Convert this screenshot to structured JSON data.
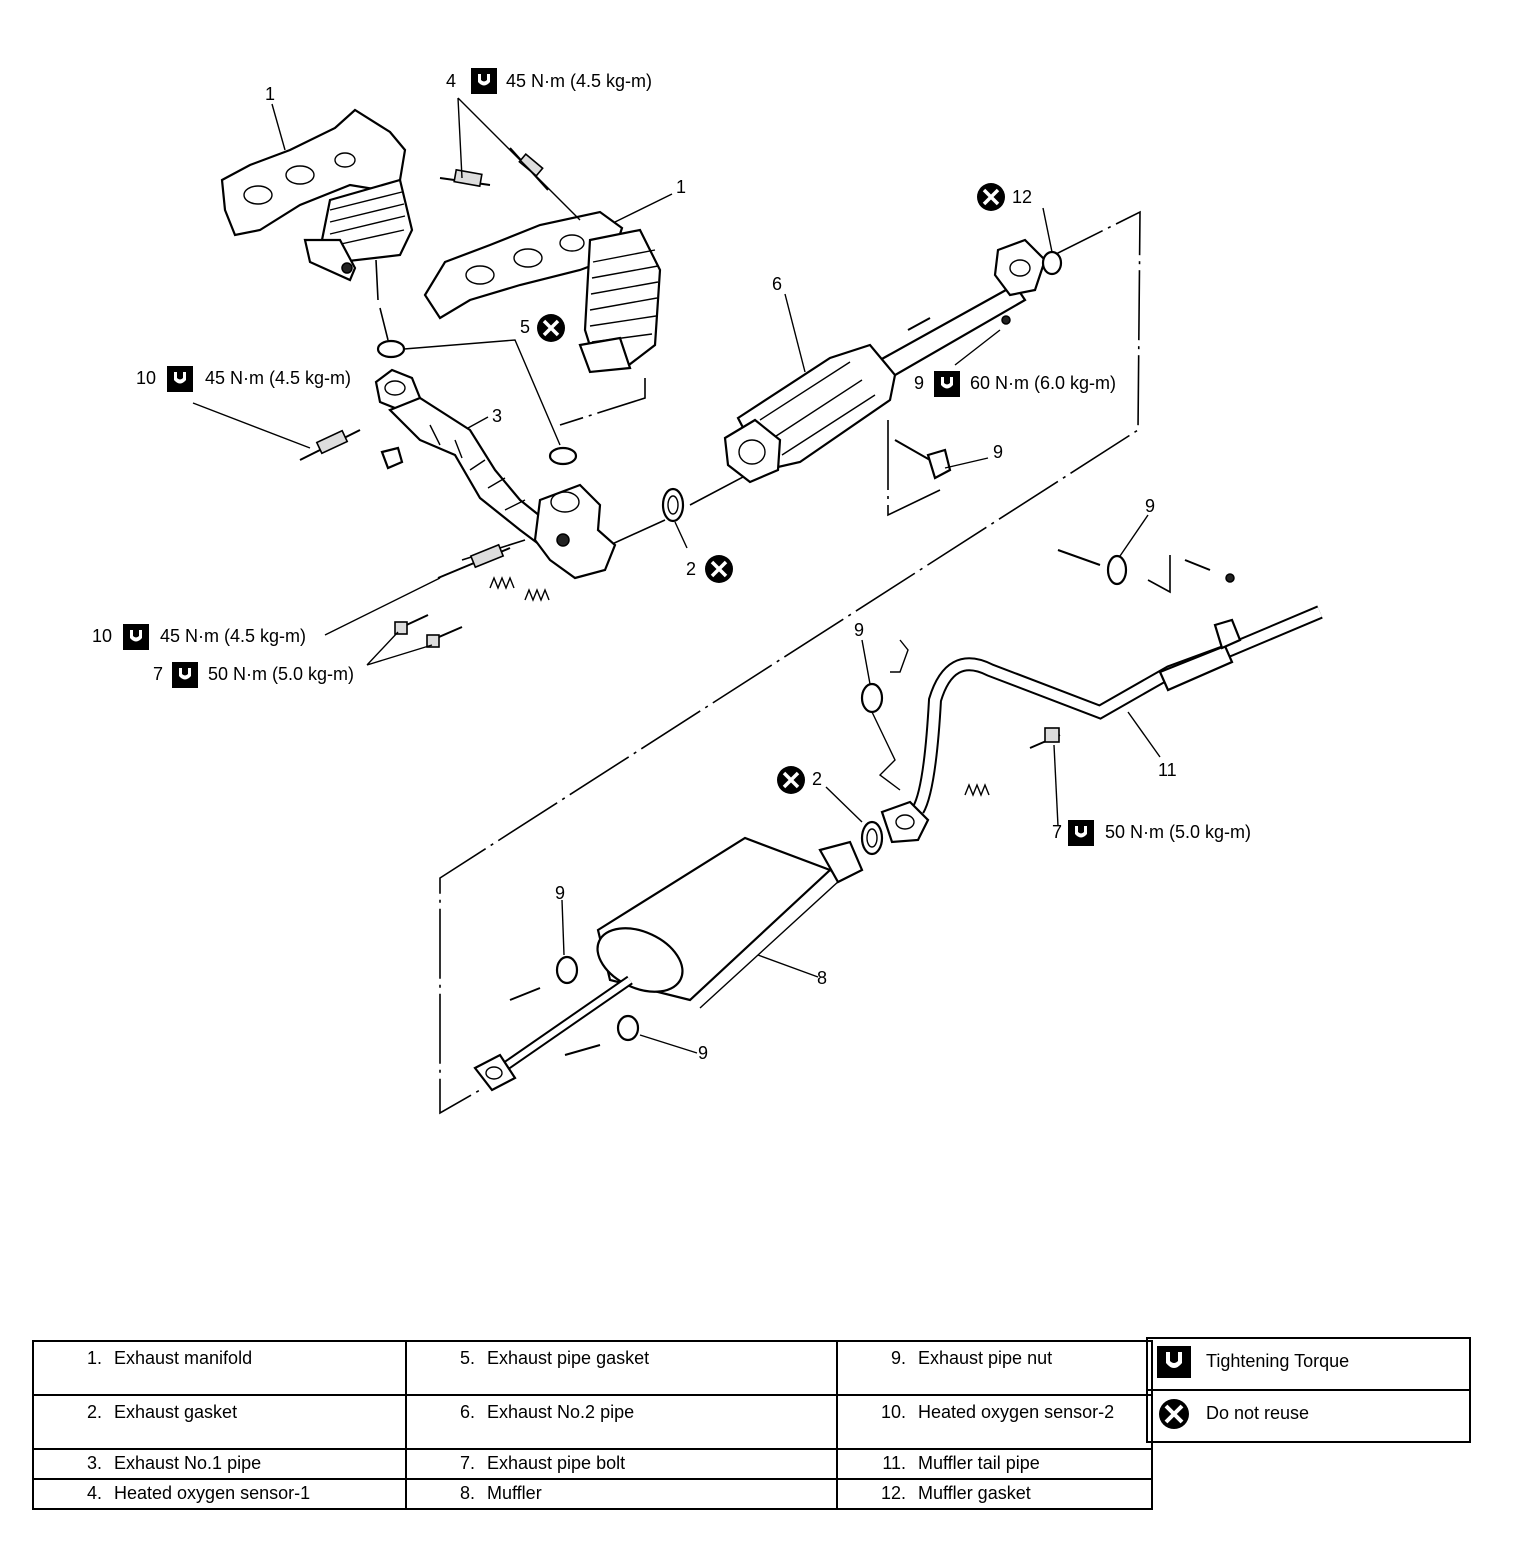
{
  "callouts": {
    "c_4": {
      "num": "4",
      "torque": "45 N·m (4.5 kg-m)"
    },
    "c_10a": {
      "num": "10",
      "torque": "45 N·m (4.5 kg-m)"
    },
    "c_10b": {
      "num": "10",
      "torque": "45 N·m (4.5 kg-m)"
    },
    "c_7a": {
      "num": "7",
      "torque": "50 N·m (5.0 kg-m)"
    },
    "c_9a": {
      "num": "9",
      "torque": "60 N·m (6.0 kg-m)"
    },
    "c_7b": {
      "num": "7",
      "torque": "50 N·m (5.0 kg-m)"
    },
    "plain": {
      "n1a": "1",
      "n1b": "1",
      "n3": "3",
      "n5": "5",
      "n6": "6",
      "n12": "12",
      "n9b": "9",
      "n2a": "2",
      "n9c": "9",
      "n9d": "9",
      "n2b": "2",
      "n11": "11",
      "n9e": "9",
      "n8": "8",
      "n9f": "9"
    }
  },
  "legend": {
    "rows": [
      [
        {
          "num": "1.",
          "text": "Exhaust manifold"
        },
        {
          "num": "5.",
          "text": "Exhaust pipe gasket"
        },
        {
          "num": "9.",
          "text": "Exhaust pipe nut"
        }
      ],
      [
        {
          "num": "2.",
          "text": "Exhaust gasket"
        },
        {
          "num": "6.",
          "text": "Exhaust No.2 pipe"
        },
        {
          "num": "10.",
          "text": "Heated oxygen sensor-2"
        }
      ],
      [
        {
          "num": "3.",
          "text": "Exhaust No.1 pipe"
        },
        {
          "num": "7.",
          "text": "Exhaust pipe bolt"
        },
        {
          "num": "11.",
          "text": "Muffler tail pipe"
        }
      ],
      [
        {
          "num": "4.",
          "text": "Heated oxygen sensor-1"
        },
        {
          "num": "8.",
          "text": "Muffler"
        },
        {
          "num": "12.",
          "text": "Muffler gasket"
        }
      ]
    ],
    "symbols": {
      "torque_label": "Tightening Torque",
      "noreuse_label": "Do not reuse",
      "torque_icon": "torque-wrench-icon",
      "noreuse_icon": "do-not-reuse-icon"
    }
  }
}
